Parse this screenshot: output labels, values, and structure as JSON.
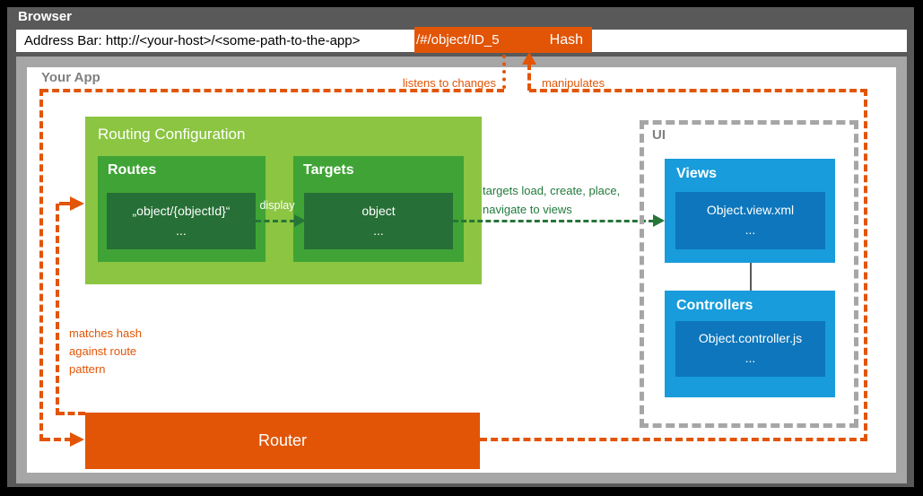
{
  "browser": {
    "title": "Browser",
    "address_prefix": "Address Bar: http://<your-host>/<some-path-to-the-app>",
    "hash_value": "/#/object/ID_5",
    "hash_label": "Hash"
  },
  "app": {
    "title": "Your App"
  },
  "routing": {
    "title": "Routing Configuration",
    "routes_title": "Routes",
    "route_pattern": "„object/{objectId}“",
    "route_more": "...",
    "targets_title": "Targets",
    "target_name": "object",
    "target_more": "..."
  },
  "ui": {
    "title": "UI",
    "views_title": "Views",
    "view_file": "Object.view.xml",
    "view_more": "...",
    "controllers_title": "Controllers",
    "controller_file": "Object.controller.js",
    "controller_more": "..."
  },
  "router": {
    "title": "Router"
  },
  "annotations": {
    "listens": "listens to changes",
    "manipulates": "manipulates",
    "matches": [
      "matches hash",
      "against route",
      "pattern"
    ],
    "display": "display",
    "targets_arrow": [
      "targets load, create, place,",
      "navigate to views"
    ]
  },
  "colors": {
    "orange": "#e25506",
    "light_green": "#8bc541",
    "mid_green": "#3fa435",
    "dark_green": "#266f36",
    "arrow_green": "#267538",
    "light_blue": "#189cdb",
    "dark_blue": "#0d76bc",
    "background_gray": "#595959",
    "panel_border_gray": "#a6a6a6",
    "label_gray": "#808080"
  }
}
